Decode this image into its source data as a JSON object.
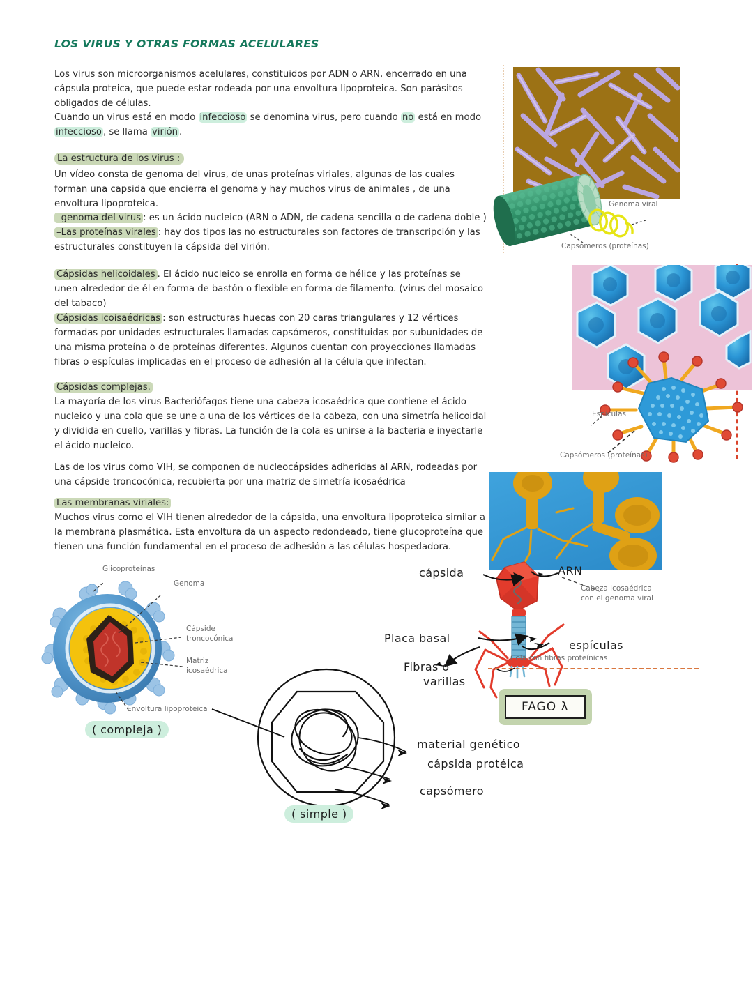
{
  "document": {
    "title": "LOS VIRUS Y OTRAS FORMAS ACELULARES",
    "title_color": "#15795c",
    "highlight_mint": "#cdeedd",
    "highlight_sage": "#c9d7b5"
  },
  "body": {
    "p1": "Los virus son microorganismos acelulares, constituidos por ADN o ARN, encerrado en una cápsula proteica, que puede estar rodeada por una envoltura lipoproteica. Son parásitos obligados de células.",
    "p2_a": "Cuando un virus está en modo ",
    "p2_hl1": "infeccioso",
    "p2_b": " se denomina virus, pero cuando ",
    "p2_hl2": "no",
    "p2_c": " está en modo ",
    "p2_hl3": "infeccioso",
    "p2_d": ", se llama ",
    "p2_hl4": "virión",
    "p2_e": ".",
    "h_estructura": "La estructura de los virus :",
    "p3": "Un vídeo consta de genoma del virus, de unas proteínas viriales, algunas de las cuales forman una capsida que encierra el genoma y hay muchos virus de animales , de una envoltura lipoproteica.",
    "p4_hl": "–genoma del virus",
    "p4_rest": ": es un ácido nucleico (ARN o ADN, de cadena sencilla o de cadena doble )",
    "p5_hl": "–Las proteínas virales",
    "p5_rest": ": hay dos tipos las no estructurales son factores de transcripción y las estructurales constituyen la cápsida del virión.",
    "h_helicoidales": "Cápsidas helicoidales",
    "p6": ". El ácido nucleico se enrolla en forma de hélice y las proteínas se unen alrededor de él en forma de bastón o flexible en forma de filamento. (virus del mosaico del tabaco)",
    "h_icosaedricas": "Cápsidas icoisaédricas",
    "p7": ": son estructuras huecas con 20 caras triangulares y 12 vértices formadas por unidades estructurales llamadas capsómeros, constituidas por subunidades de una misma proteína o de proteínas diferentes. Algunos cuentan con proyecciones llamadas fibras o espículas implicadas en el proceso de adhesión al la célula que infectan.",
    "h_complejas": "Cápsidas complejas.",
    "p8": "La mayoría de los virus Bacteriófagos tiene una cabeza icosaédrica que contiene el ácido nucleico y una cola que se une a una de los vértices de la cabeza, con una simetría helicoidal y dividida en cuello, varillas y fibras. La función de la cola es unirse a la bacteria e inyectarle el ácido nucleico.",
    "p9": "Las de los virus como VIH, se componen de nucleocápsides adheridas al ARN, rodeadas por una cápside troncocónica, recubierta por una matriz de simetría icosaédrica",
    "h_membranas": "Las membranas viriales:",
    "p10": "Muchos virus como el VIH tienen alrededor de la cápsida, una envoltura lipoproteica similar a la membrana plasmática. Esta envoltura da un aspecto redondeado, tiene glucoproteína que tienen una función fundamental en el proceso de adhesión a las células hospedadora."
  },
  "figures": {
    "helical": {
      "label_genome": "Genoma viral",
      "label_capsomeres": "Capsómeros (proteínas)"
    },
    "icosahedral": {
      "label_spicules": "Espículas",
      "label_capsomeres": "Capsómeros (proteínas)"
    },
    "phage": {
      "label_capsida": "cápsida",
      "label_arn": "ARN",
      "label_head": "Cabeza icosaédrica\ncon el genoma viral",
      "label_head_l1": "Cabeza icosaédrica",
      "label_head_l2": "con el genoma viral",
      "label_placa": "Placa  basal",
      "label_espiculas": "espículas",
      "label_fibras_l1": "Fibras o",
      "label_fibras_l2": "varillas",
      "label_cola": "Cola con fibras proteínicas",
      "box_label": "FAGO  λ"
    },
    "hiv": {
      "label_glico": "Glicoproteínas",
      "label_genoma": "Genoma",
      "label_capside_l1": "Cápside",
      "label_capside_l2": "troncocónica",
      "label_matriz_l1": "Matriz",
      "label_matriz_l2": "icosaédrica",
      "label_envoltura": "Envoltura lipoproteica",
      "caption": "( compleja )"
    },
    "simple": {
      "label_material": "material genético",
      "label_capsida": "cápsida protéica",
      "label_capsomero": "capsómero",
      "caption": "( simple )"
    }
  }
}
